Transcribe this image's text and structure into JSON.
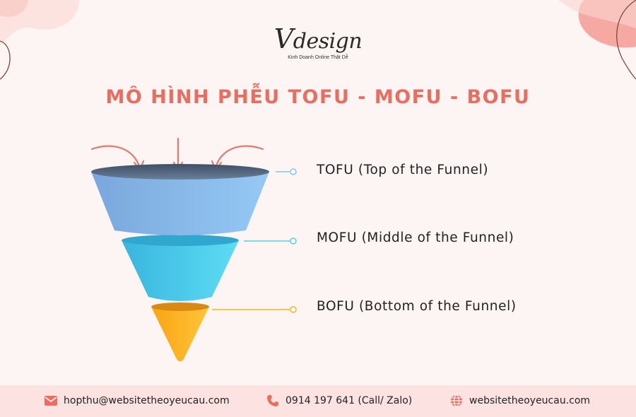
{
  "logo": {
    "text_v": "V",
    "text_rest": "design",
    "tagline": "Kinh Doanh Online Thật Dễ"
  },
  "title": "MÔ HÌNH PHỄU TOFU - MOFU - BOFU",
  "funnel": {
    "stages": [
      {
        "label": "TOFU (Top of the Funnel)",
        "color": "#8bbfee"
      },
      {
        "label": "MOFU (Middle of the Funnel)",
        "color": "#4fd0ec"
      },
      {
        "label": "BOFU (Bottom of the Funnel)",
        "color": "#ffb21f"
      }
    ],
    "arrow_color": "#e7786b"
  },
  "footer": {
    "email": "hopthu@websitetheoyeucau.com",
    "phone": "0914 197 641 (Call/ Zalo)",
    "website": "websitetheoyeucau.com",
    "icon_color": "#ea6d60"
  }
}
